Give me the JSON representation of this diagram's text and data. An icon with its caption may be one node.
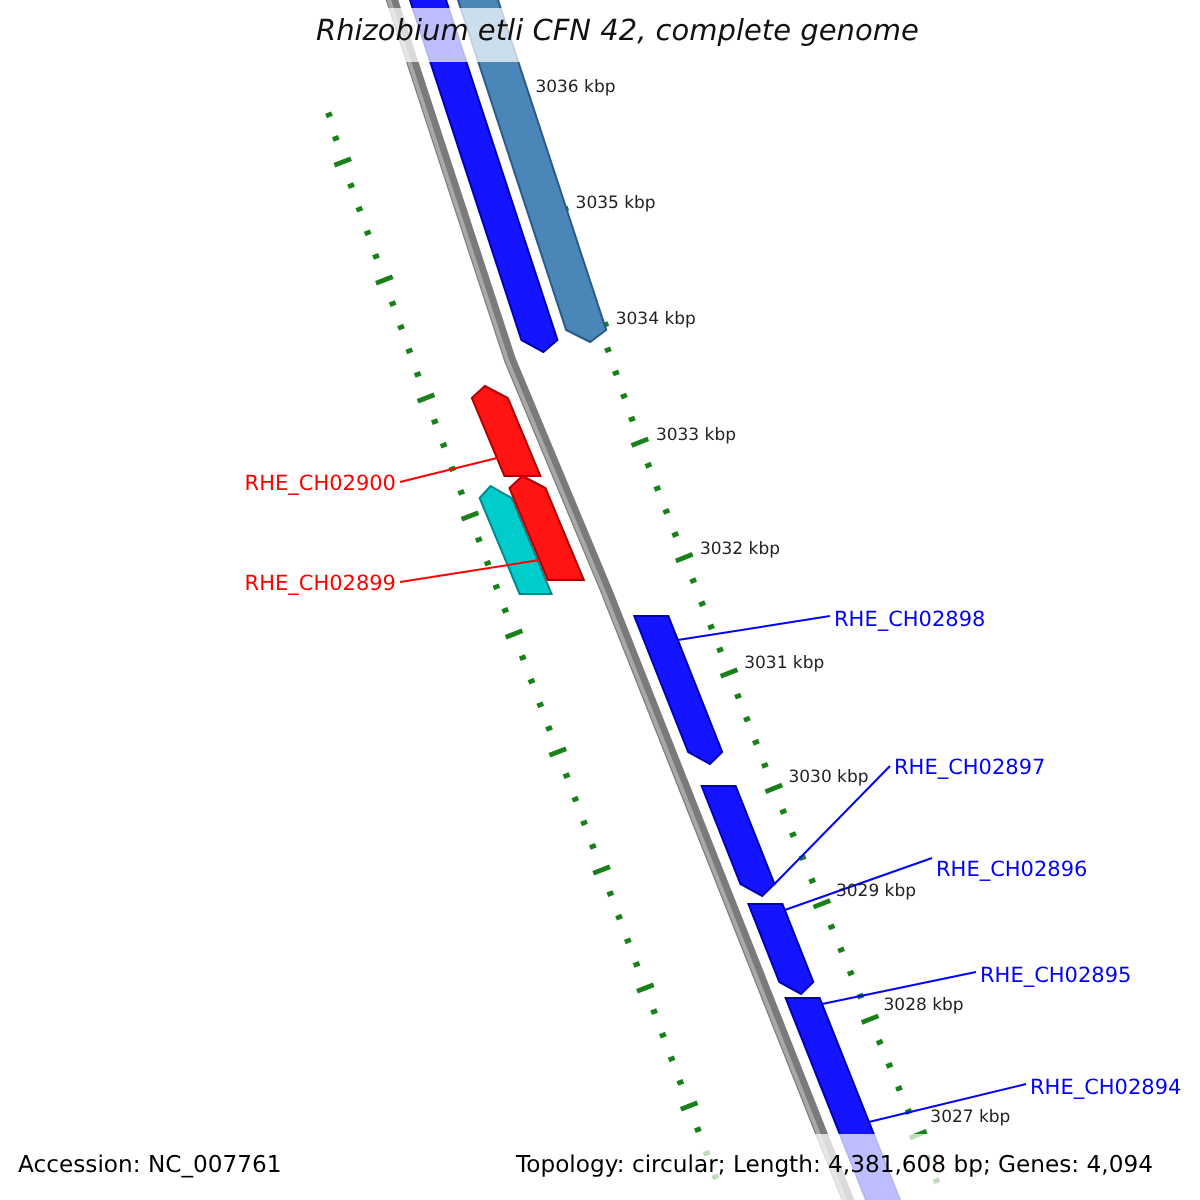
{
  "diagram": {
    "title": "Rhizobium etli CFN 42, complete genome",
    "nodes": [
      {
        "text": [],
        "shape": "bar"
      },
      {
        "text": [],
        "shape": "bar"
      },
      {
        "text": [],
        "shape": "bar"
      },
      {
        "text": [
          "RHE_CH02900"
        ]
      },
      {
        "text": [],
        "shape": "bar"
      },
      {
        "text": [],
        "shape": "bar"
      },
      {
        "text": [
          "RHE_CH02899"
        ]
      },
      {
        "text": [
          "RHE_CH02898"
        ]
      },
      {
        "text": [],
        "shape": "bar"
      },
      {
        "text": [
          "RHE_CH02897"
        ]
      },
      {
        "text": [],
        "shape": "bar"
      },
      {
        "text": [
          "RHE_CH02896"
        ]
      },
      {
        "text": [],
        "shape": "bar"
      },
      {
        "text": [
          "RHE_CH02895"
        ]
      },
      {
        "text": [],
        "shape": "bar"
      },
      {
        "text": [
          "RHE_CH02894"
        ]
      }
    ],
    "edges": [
      {
        "from": 3,
        "to": 2,
        "arrow": "none",
        "color": "#ff0000"
      },
      {
        "from": 6,
        "to": 5,
        "arrow": "none",
        "color": "#ff0000"
      },
      {
        "from": 7,
        "to": 8,
        "arrow": "none"
      },
      {
        "from": 9,
        "to": 10,
        "arrow": "none"
      },
      {
        "from": 11,
        "to": 12,
        "arrow": "none"
      },
      {
        "from": 13,
        "to": 14,
        "arrow": "none"
      },
      {
        "from": 15,
        "to": 14,
        "arrow": "none"
      }
    ],
    "labels": [
      "3036 kbp",
      "3035 kbp",
      "3034 kbp",
      "3033 kbp",
      "3032 kbp",
      "3031 kbp",
      "3030 kbp",
      "3029 kbp",
      "3028 kbp",
      "3027 kbp",
      "Accession: NC_007761",
      "Topology: circular; Length: 4,381,608 bp; Genes: 4,094"
    ]
  }
}
